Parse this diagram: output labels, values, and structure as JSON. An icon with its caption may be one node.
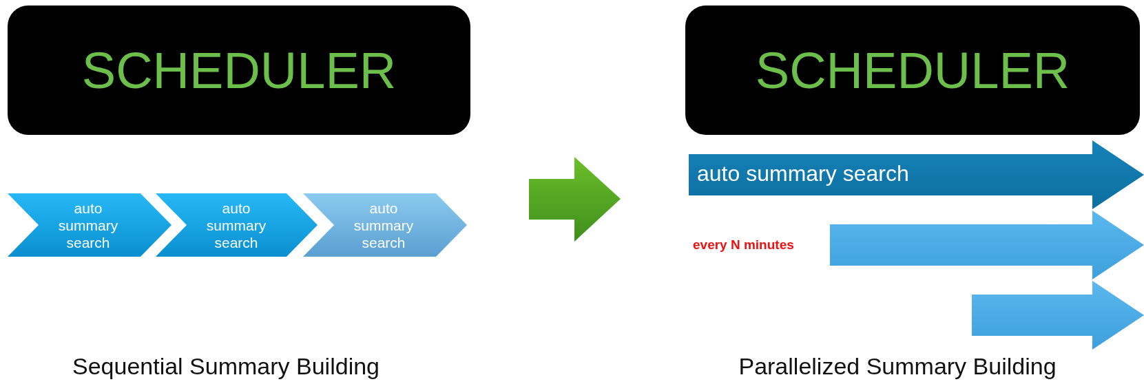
{
  "diagram": {
    "nodes": [
      {
        "text": [
          "SCHEDULER"
        ]
      },
      {
        "text": [
          "auto summary search"
        ]
      },
      {
        "text": [
          "auto summary search"
        ]
      },
      {
        "text": [
          "auto summary search"
        ]
      },
      {
        "text": [
          "SCHEDULER"
        ]
      },
      {
        "text": [
          "auto summary search"
        ]
      },
      {
        "text": [],
        "shape": "arrow"
      },
      {
        "text": [],
        "shape": "arrow"
      }
    ],
    "edges": [],
    "labels": [
      "every N minutes",
      "Sequential Summary Building",
      "Parallelized Summary Building"
    ]
  }
}
